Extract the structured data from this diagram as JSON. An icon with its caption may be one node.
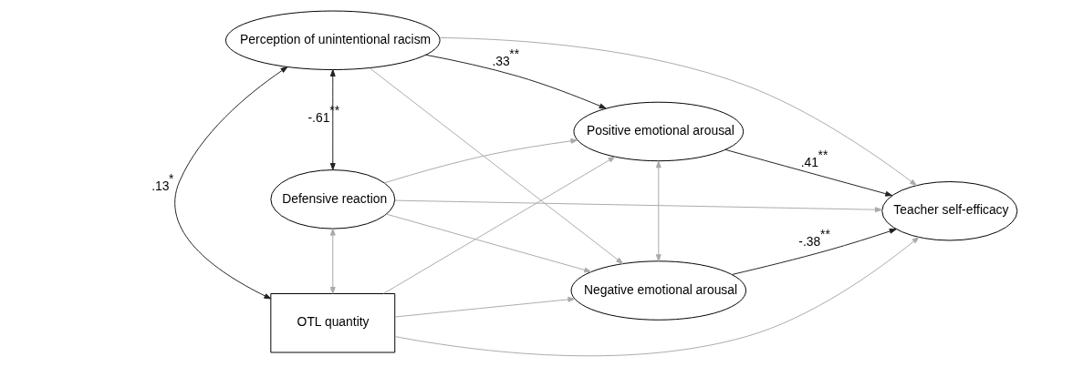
{
  "diagram": {
    "nodes": [
      {
        "text": [
          "Perception of unintentional racism"
        ]
      },
      {
        "text": [
          "Defensive reaction"
        ]
      },
      {
        "text": [
          "OTL quantity"
        ]
      },
      {
        "text": [
          "Positive emotional arousal"
        ]
      },
      {
        "text": [
          "Negative emotional arousal"
        ]
      },
      {
        "text": [
          "Teacher self-efficacy"
        ]
      }
    ],
    "edges": [
      {
        "from": 0,
        "to": 3,
        "arrow": "to",
        "label": ".33$^{**}$",
        "color": "#222222"
      },
      {
        "from": 0,
        "to": 4,
        "arrow": "to"
      },
      {
        "from": 0,
        "to": 5,
        "arrow": "to"
      },
      {
        "from": 1,
        "to": 3,
        "arrow": "to"
      },
      {
        "from": 1,
        "to": 4,
        "arrow": "to"
      },
      {
        "from": 1,
        "to": 5,
        "arrow": "to"
      },
      {
        "from": 2,
        "to": 3,
        "arrow": "to"
      },
      {
        "from": 2,
        "to": 4,
        "arrow": "to"
      },
      {
        "from": 2,
        "to": 5,
        "arrow": "to"
      },
      {
        "from": 3,
        "to": 5,
        "arrow": "to",
        "label": ".41$^{**}$",
        "color": "#222222"
      },
      {
        "from": 4,
        "to": 5,
        "arrow": "to",
        "label": "-.38$^{**}$",
        "color": "#222222"
      },
      {
        "from": 3,
        "to": 4,
        "arrow": "both"
      },
      {
        "from": 0,
        "to": 1,
        "arrow": "both",
        "label": "-.61$^{**}$",
        "color": "#222222"
      },
      {
        "from": 0,
        "to": 2,
        "arrow": "both",
        "label": ".13$^{*}$",
        "color": "#222222"
      },
      {
        "from": 1,
        "to": 2,
        "arrow": "both"
      }
    ]
  }
}
